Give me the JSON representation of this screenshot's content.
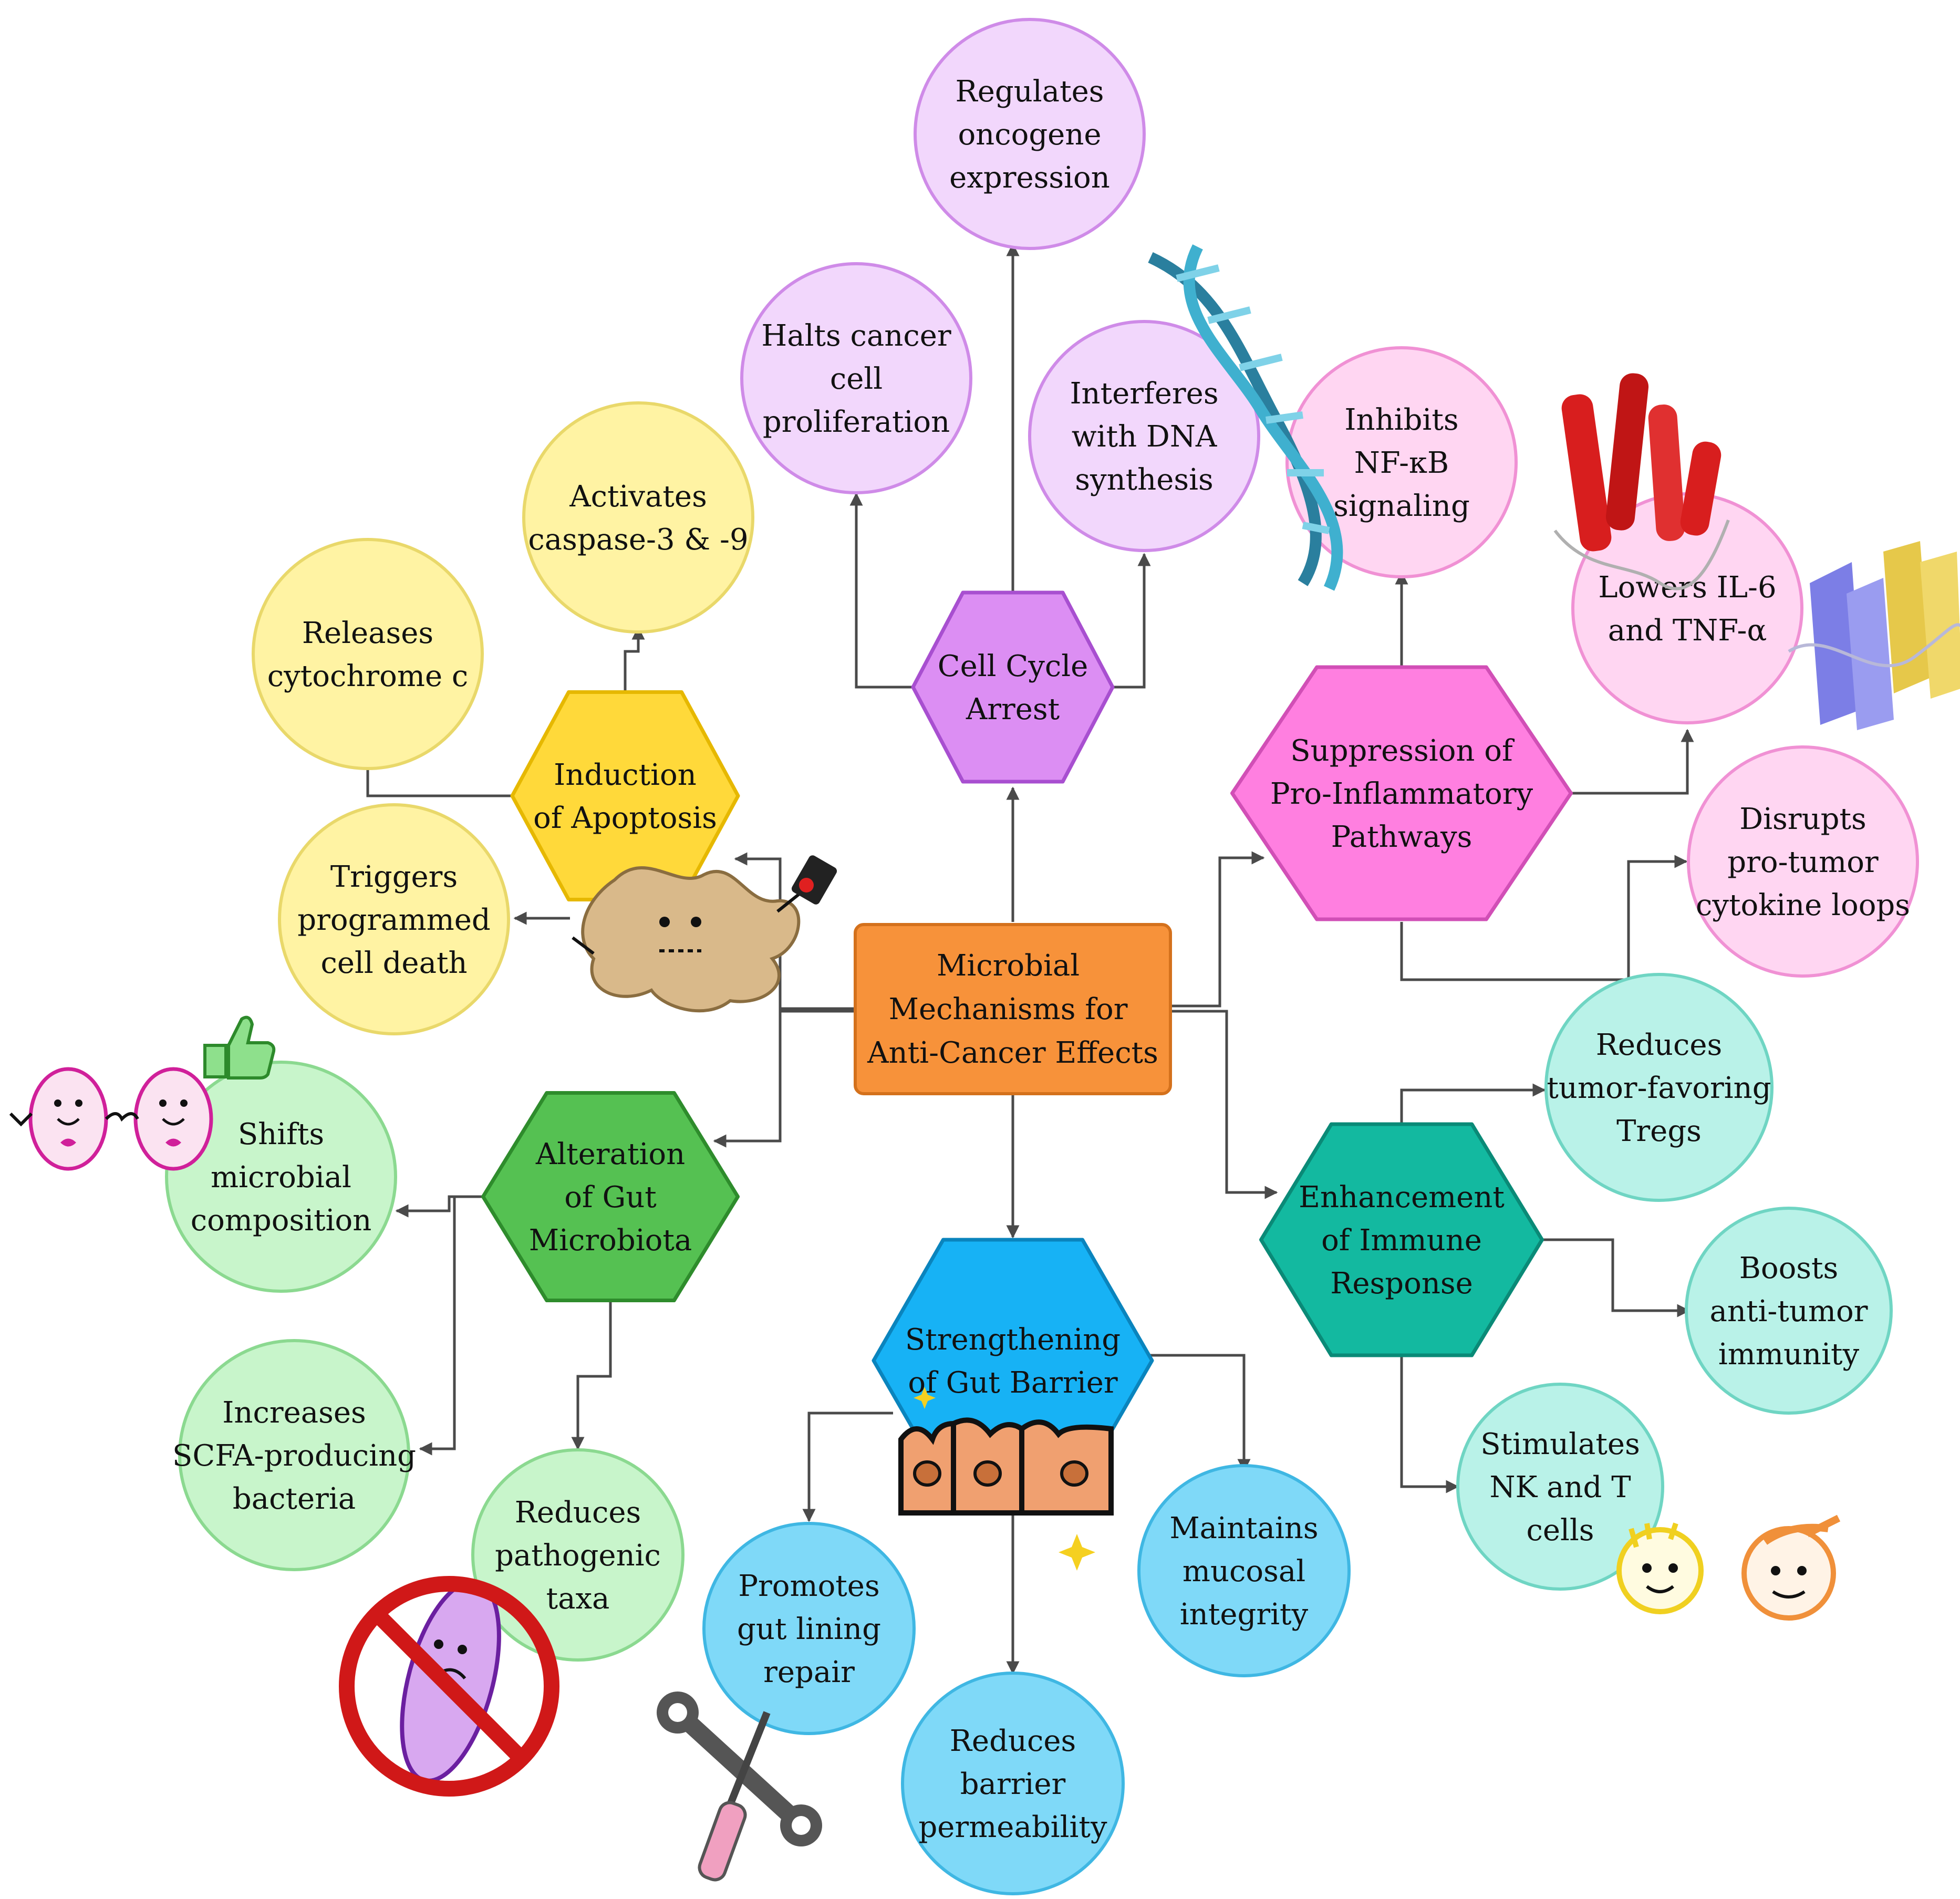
{
  "center": {
    "lines": [
      "Microbial",
      "Mechanisms for",
      "Anti-Cancer Effects"
    ],
    "fill": "#f7923a",
    "stroke": "#d4711c"
  },
  "hubs": [
    {
      "id": "cell-cycle-arrest",
      "lines": [
        "Cell Cycle",
        "Arrest"
      ],
      "fill": "#dc8ef3",
      "stroke": "#a84fd0"
    },
    {
      "id": "induction-of-apoptosis",
      "lines": [
        "Induction",
        "of Apoptosis"
      ],
      "fill": "#ffd93a",
      "stroke": "#e6b800"
    },
    {
      "id": "suppression-of-pro-inflammatory-pathways",
      "lines": [
        "Suppression of",
        "Pro-Inflammatory",
        "Pathways"
      ],
      "fill": "#ff7fe0",
      "stroke": "#d14fb6"
    },
    {
      "id": "alteration-of-gut-microbiota",
      "lines": [
        "Alteration",
        "of Gut",
        "Microbiota"
      ],
      "fill": "#55c152",
      "stroke": "#2e8c2c"
    },
    {
      "id": "strengthening-of-gut-barrier",
      "lines": [
        "Strengthening",
        "of Gut Barrier"
      ],
      "fill": "#17b2f5",
      "stroke": "#0a84bd"
    },
    {
      "id": "enhancement-of-immune-response",
      "lines": [
        "Enhancement",
        "of Immune",
        "Response"
      ],
      "fill": "#13b9a0",
      "stroke": "#0a8a77"
    }
  ],
  "leaves": [
    {
      "id": "regulates-oncogene-expression",
      "lines": [
        "Regulates",
        "oncogene",
        "expression"
      ],
      "fill": "#f2d7fc",
      "stroke": "#cf8be8"
    },
    {
      "id": "halts-cancer-cell-proliferation",
      "lines": [
        "Halts cancer",
        "cell",
        "proliferation"
      ],
      "fill": "#f2d7fc",
      "stroke": "#cf8be8"
    },
    {
      "id": "interferes-with-dna-synthesis",
      "lines": [
        "Interferes",
        "with DNA",
        "synthesis"
      ],
      "fill": "#f2d7fc",
      "stroke": "#cf8be8"
    },
    {
      "id": "activates-caspase",
      "lines": [
        "Activates",
        "caspase-3 & -9"
      ],
      "fill": "#fff3a3",
      "stroke": "#e9d86a"
    },
    {
      "id": "releases-cytochrome-c",
      "lines": [
        "Releases",
        "cytochrome c"
      ],
      "fill": "#fff3a3",
      "stroke": "#e9d86a"
    },
    {
      "id": "triggers-programmed-cell-death",
      "lines": [
        "Triggers",
        "programmed",
        "cell death"
      ],
      "fill": "#fff3a3",
      "stroke": "#e9d86a"
    },
    {
      "id": "inhibits-nf-kb-signaling",
      "lines": [
        "Inhibits",
        "NF-κB",
        "signaling"
      ],
      "fill": "#ffd6f2",
      "stroke": "#f091d4"
    },
    {
      "id": "lowers-il6-tnfa",
      "lines": [
        "Lowers IL-6",
        "and TNF-α"
      ],
      "fill": "#ffd6f2",
      "stroke": "#f091d4"
    },
    {
      "id": "disrupts-pro-tumor-cytokine-loops",
      "lines": [
        "Disrupts",
        "pro-tumor",
        "cytokine loops"
      ],
      "fill": "#ffd6f2",
      "stroke": "#f091d4"
    },
    {
      "id": "shifts-microbial-composition",
      "lines": [
        "Shifts",
        "microbial",
        "composition"
      ],
      "fill": "#c8f5cb",
      "stroke": "#8bd990"
    },
    {
      "id": "increases-scfa-producing-bacteria",
      "lines": [
        "Increases",
        "SCFA-producing",
        "bacteria"
      ],
      "fill": "#c8f5cb",
      "stroke": "#8bd990"
    },
    {
      "id": "reduces-pathogenic-taxa",
      "lines": [
        "Reduces",
        "pathogenic",
        "taxa"
      ],
      "fill": "#c8f5cb",
      "stroke": "#8bd990"
    },
    {
      "id": "promotes-gut-lining-repair",
      "lines": [
        "Promotes",
        "gut lining",
        "repair"
      ],
      "fill": "#7fd9f8",
      "stroke": "#3fb7e3"
    },
    {
      "id": "reduces-barrier-permeability",
      "lines": [
        "Reduces",
        "barrier",
        "permeability"
      ],
      "fill": "#7fd9f8",
      "stroke": "#3fb7e3"
    },
    {
      "id": "maintains-mucosal-integrity",
      "lines": [
        "Maintains",
        "mucosal",
        "integrity"
      ],
      "fill": "#7fd9f8",
      "stroke": "#3fb7e3"
    },
    {
      "id": "reduces-tumor-favoring-tregs",
      "lines": [
        "Reduces",
        "tumor-favoring",
        "Tregs"
      ],
      "fill": "#b9f2e8",
      "stroke": "#6fd5c3"
    },
    {
      "id": "boosts-anti-tumor-immunity",
      "lines": [
        "Boosts",
        "anti-tumor",
        "immunity"
      ],
      "fill": "#b9f2e8",
      "stroke": "#6fd5c3"
    },
    {
      "id": "stimulates-nk-and-t-cells",
      "lines": [
        "Stimulates",
        "NK and T",
        "cells"
      ],
      "fill": "#b9f2e8",
      "stroke": "#6fd5c3"
    }
  ]
}
